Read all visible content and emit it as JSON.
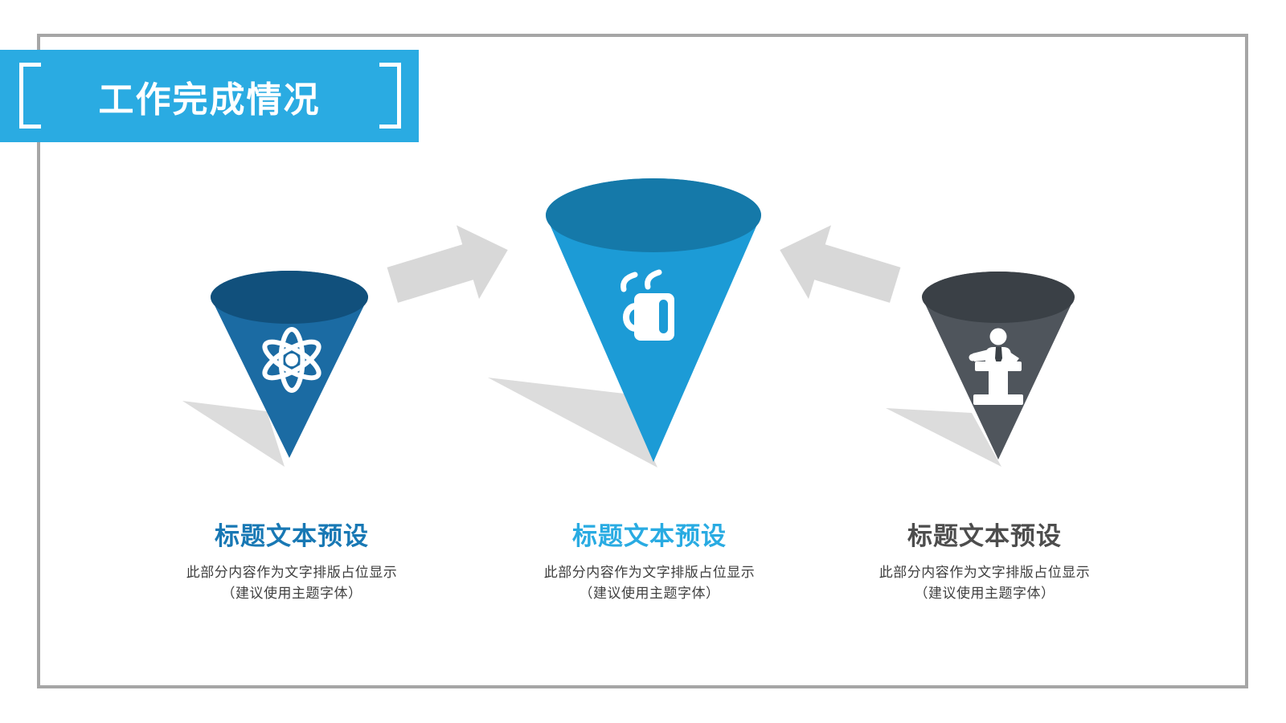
{
  "slide": {
    "background": "#ffffff",
    "frame_color": "#a6a6a6"
  },
  "header": {
    "title": "工作完成情况",
    "banner_color": "#2aabe2",
    "text_color": "#ffffff"
  },
  "decor": {
    "arrow_color": "#d8d8d8",
    "shadow_color": "#dcdcdc",
    "icon_color": "#ffffff"
  },
  "items": [
    {
      "icon": "atom-icon",
      "title": "标题文本预设",
      "title_color": "#1878b4",
      "desc_line1": "此部分内容作为文字排版占位显示",
      "desc_line2": "（建议使用主题字体）",
      "cone_body_color": "#1b6ba3",
      "cone_top_color": "#11507c"
    },
    {
      "icon": "coffee-mug-icon",
      "title": "标题文本预设",
      "title_color": "#29abe2",
      "desc_line1": "此部分内容作为文字排版占位显示",
      "desc_line2": "（建议使用主题字体）",
      "cone_body_color": "#1c9bd6",
      "cone_top_color": "#1579a9"
    },
    {
      "icon": "podium-speaker-icon",
      "title": "标题文本预设",
      "title_color": "#4d4d4d",
      "desc_line1": "此部分内容作为文字排版占位显示",
      "desc_line2": "（建议使用主题字体）",
      "cone_body_color": "#4f555c",
      "cone_top_color": "#3a4046"
    }
  ]
}
